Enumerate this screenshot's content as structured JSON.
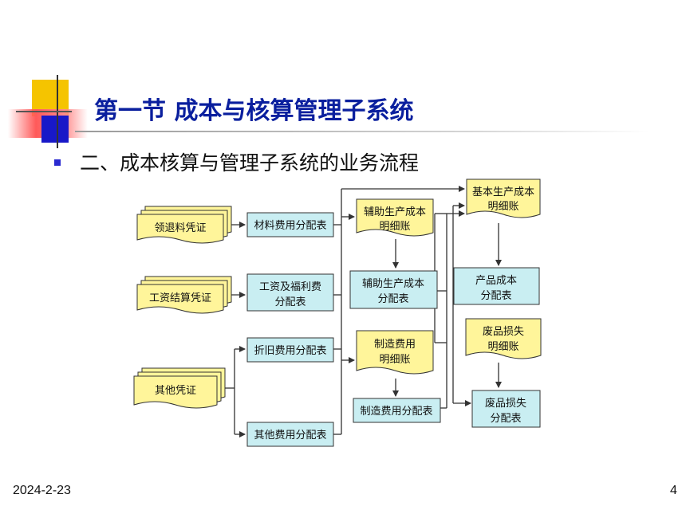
{
  "slide": {
    "title": "第一节 成本与核算管理子系统",
    "subtitle": "二、成本核算与管理子系统的业务流程",
    "date": "2024-2-23",
    "page_number": "4"
  },
  "flowchart": {
    "doc_stacks": {
      "lingtuiliao": "领退料凭证",
      "gongzi": "工资结算凭证",
      "qita": "其他凭证"
    },
    "tables": {
      "cailiao": "材料费用分配表",
      "gongzi_l1": "工资及福利费",
      "gongzi_l2": "分配表",
      "zhejiu": "折旧费用分配表",
      "qita": "其他费用分配表",
      "fuzhu_fp_l1": "辅助生产成本",
      "fuzhu_fp_l2": "分配表",
      "zhizao_fp": "制造费用分配表",
      "chanpin_l1": "产品成本",
      "chanpin_l2": "分配表",
      "feipin_fp_l1": "废品损失",
      "feipin_fp_l2": "分配表"
    },
    "ledgers": {
      "fuzhu_l1": "辅助生产成本",
      "fuzhu_l2": "明细账",
      "zhizao_l1": "制造费用",
      "zhizao_l2": "明细账",
      "jiben_l1": "基本生产成本",
      "jiben_l2": "明细账",
      "feipin_l1": "废品损失",
      "feipin_l2": "明细账"
    }
  }
}
